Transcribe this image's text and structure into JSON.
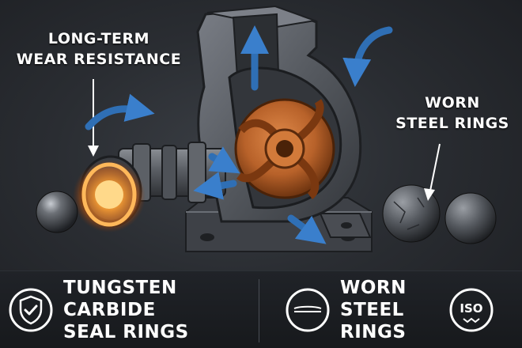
{
  "callouts": {
    "left": {
      "line1": "LONG-TERM",
      "line2": "WEAR RESISTANCE"
    },
    "right": {
      "line1": "WORN",
      "line2": "STEEL RINGS"
    }
  },
  "features": [
    {
      "icon": "shield-check-icon",
      "line1": "TUNGSTEN",
      "line2": "CARBIDE",
      "line3": "SEAL RINGS"
    },
    {
      "icon": "worn-ring-icon",
      "line1": "WORN",
      "line2": "STEEL",
      "line3": "RINGS"
    }
  ],
  "iso_badge": {
    "icon": "iso-badge-icon",
    "text": "ISO"
  },
  "colors": {
    "glow": "#ffa030",
    "impeller": "#b8622a",
    "flow_arrow": "#2f6fb5",
    "housing": "#5c6068"
  }
}
